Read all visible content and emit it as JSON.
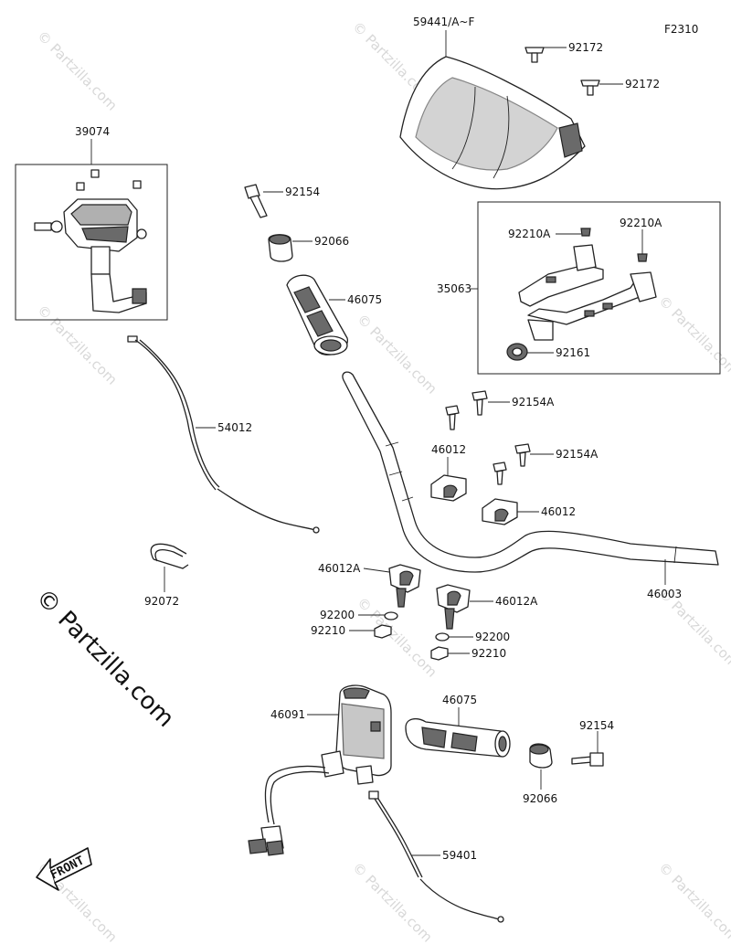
{
  "figure_code": "F2310",
  "watermark": "© Partzilla.com",
  "watermark_small": "© Partzilla.com",
  "front_label": "FRONT",
  "parts": {
    "windshield": "59441/A~F",
    "bolt_a": "92172",
    "bolt_b": "92172",
    "master_cylinder": "39074",
    "bolt_92154_top": "92154",
    "weight_92066_top": "92066",
    "grip_46075_top": "46075",
    "bracket_35063": "35063",
    "collar_a_left": "92210A",
    "collar_a_right": "92210A",
    "nut_92161": "92161",
    "cable_54012": "54012",
    "bolt_92154a_top": "92154A",
    "holder_46012_left": "46012",
    "bolt_92154a_mid": "92154A",
    "holder_46012_right": "46012",
    "clamp_92072": "92072",
    "holder_46012a_left": "46012A",
    "holder_46012a_right": "46012A",
    "washer_92200_left": "92200",
    "nut_92210_left": "92210",
    "washer_92200_right": "92200",
    "nut_92210_right": "92210",
    "handlebar_46003": "46003",
    "switch_46091": "46091",
    "grip_46075_bottom": "46075",
    "bolt_92154_bottom": "92154",
    "weight_92066_bottom": "92066",
    "cable_59401": "59401"
  }
}
